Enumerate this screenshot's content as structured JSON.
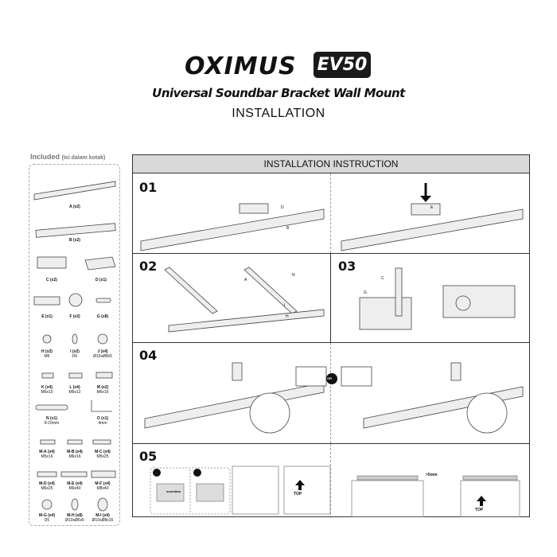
{
  "header": {
    "brand": "OXIMUS",
    "model": "EV50",
    "subtitle": "Universal Soundbar Bracket Wall Mount",
    "section": "INSTALLATION"
  },
  "included": {
    "title": "Included",
    "title_note": "(Isi dalam kotak)",
    "parts": [
      {
        "label": "A (x2)",
        "size": ""
      },
      {
        "label": "B (x2)",
        "size": ""
      },
      {
        "label": "C (x2)",
        "size": ""
      },
      {
        "label": "D (x1)",
        "size": ""
      },
      {
        "label": "E (x1)",
        "size": ""
      },
      {
        "label": "F (x2)",
        "size": ""
      },
      {
        "label": "G (x8)",
        "size": ""
      },
      {
        "label": "H (x2)",
        "size": "M6"
      },
      {
        "label": "I (x2)",
        "size": "D6"
      },
      {
        "label": "J (x4)",
        "size": "Ø15xØ8x5"
      },
      {
        "label": "K (x4)",
        "size": "M6x10"
      },
      {
        "label": "L (x4)",
        "size": "M6x12"
      },
      {
        "label": "M (x2)",
        "size": "M6x16"
      },
      {
        "label": "N (x1)",
        "size": "8-10mm"
      },
      {
        "label": "O (x1)",
        "size": "4mm"
      },
      {
        "label": "M-A (x4)",
        "size": "M5x16"
      },
      {
        "label": "M-B (x4)",
        "size": "M6x16"
      },
      {
        "label": "M-C (x4)",
        "size": "M5x25"
      },
      {
        "label": "M-D (x4)",
        "size": "M6x25"
      },
      {
        "label": "M-E (x4)",
        "size": "M6x40"
      },
      {
        "label": "M-F (x4)",
        "size": "M8x40"
      },
      {
        "label": "M-G (x4)",
        "size": "D5"
      },
      {
        "label": "M-H (x8)",
        "size": "Ø10xØ6x5"
      },
      {
        "label": "M-I (x4)",
        "size": "Ø10xØ8x15"
      }
    ]
  },
  "instructions": {
    "title": "INSTALLATION INSTRUCTION",
    "steps": [
      "01",
      "02",
      "03",
      "04",
      "05"
    ],
    "callouts": {
      "b": "B",
      "d": "D",
      "e": "E",
      "a": "A",
      "c": "C",
      "g": "G",
      "n": "N",
      "h": "H",
      "i": "I",
      "or": "OR",
      "soundbar": "soundbar",
      "gap": ">5mm",
      "top": "TOP"
    }
  }
}
